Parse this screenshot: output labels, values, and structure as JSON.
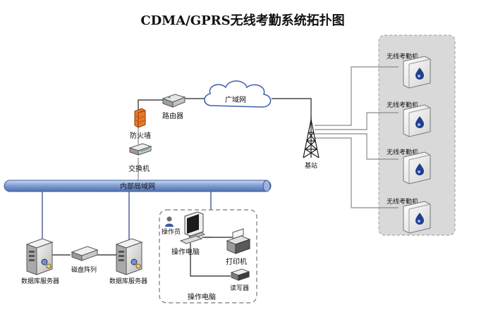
{
  "title": "CDMA/GPRS无线考勤系统拓扑图",
  "nodes": {
    "wan": "广域网",
    "router": "路由器",
    "firewall": "防火墙",
    "switch": "交换机",
    "base_station": "基站",
    "lan": "内部局域网",
    "db_server_1": "数据库服务器",
    "disk_array": "磁盘阵列",
    "db_server_2": "数据库服务器",
    "operator": "操作员",
    "op_pc": "操作电脑",
    "printer": "打印机",
    "reader": "读写器",
    "op_group": "操作电脑"
  },
  "terminals": [
    "无线考勤机",
    "无线考勤机",
    "无线考勤机",
    "无线考勤机"
  ],
  "colors": {
    "lan_bus": "#6f8fc8",
    "line": "#808080",
    "firewall": "#e8782a",
    "panel": "#d9d9d9",
    "fingerprint": "#1f3f8f"
  },
  "icons": {
    "wan": "cloud-icon",
    "router": "router-icon",
    "firewall": "firewall-icon",
    "switch": "switch-icon",
    "base_station": "antenna-tower-icon",
    "server": "server-icon",
    "disk_array": "disk-array-icon",
    "operator": "person-icon",
    "pc": "monitor-icon",
    "printer": "printer-icon",
    "reader": "card-reader-icon",
    "terminal": "attendance-terminal-icon"
  }
}
